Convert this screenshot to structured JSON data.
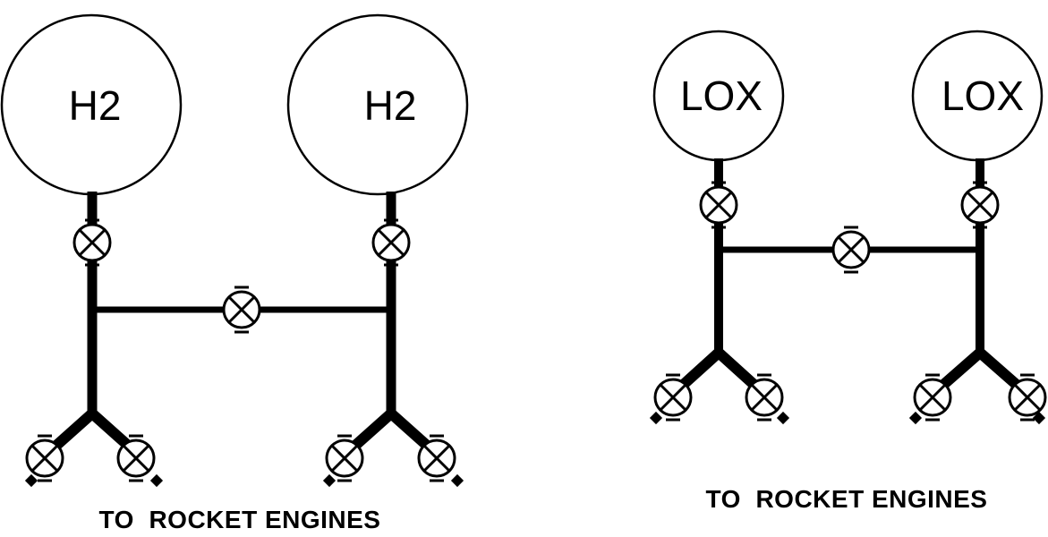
{
  "h2_system": {
    "tank_left_label": "H2",
    "tank_right_label": "H2",
    "caption": "TO  ROCKET ENGINES"
  },
  "lox_system": {
    "tank_left_label": "LOX",
    "tank_right_label": "LOX",
    "caption": "TO  ROCKET ENGINES"
  },
  "colors": {
    "line": "#000000",
    "background": "#ffffff"
  }
}
